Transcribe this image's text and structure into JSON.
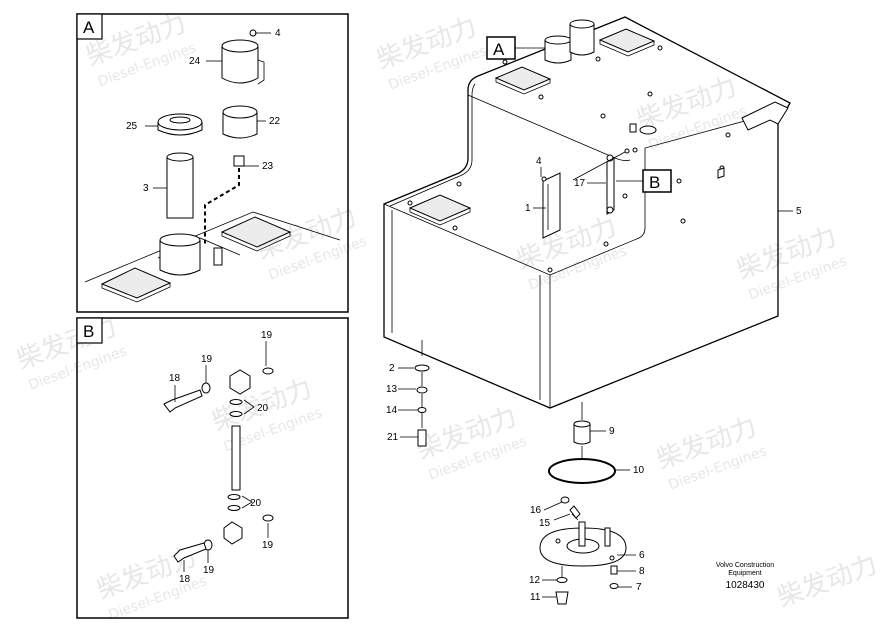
{
  "watermark": {
    "chinese": "柴发动力",
    "latin": "Diesel-Engines",
    "color": "#e7e7e7"
  },
  "detail_a": {
    "label": "A",
    "callouts": [
      "4",
      "24",
      "22",
      "23",
      "25",
      "3"
    ]
  },
  "detail_b": {
    "label": "B",
    "callouts": [
      "19",
      "19",
      "18",
      "20",
      "20",
      "18",
      "19",
      "19"
    ]
  },
  "main_view": {
    "detail_refs": [
      "A",
      "B"
    ],
    "callouts": [
      "4",
      "17",
      "1",
      "5",
      "2",
      "13",
      "14",
      "21",
      "9",
      "10",
      "16",
      "15",
      "6",
      "8",
      "7",
      "12",
      "11"
    ]
  },
  "footer": {
    "company_line1": "Volvo Construction",
    "company_line2": "Equipment",
    "document_number": "1028430"
  }
}
